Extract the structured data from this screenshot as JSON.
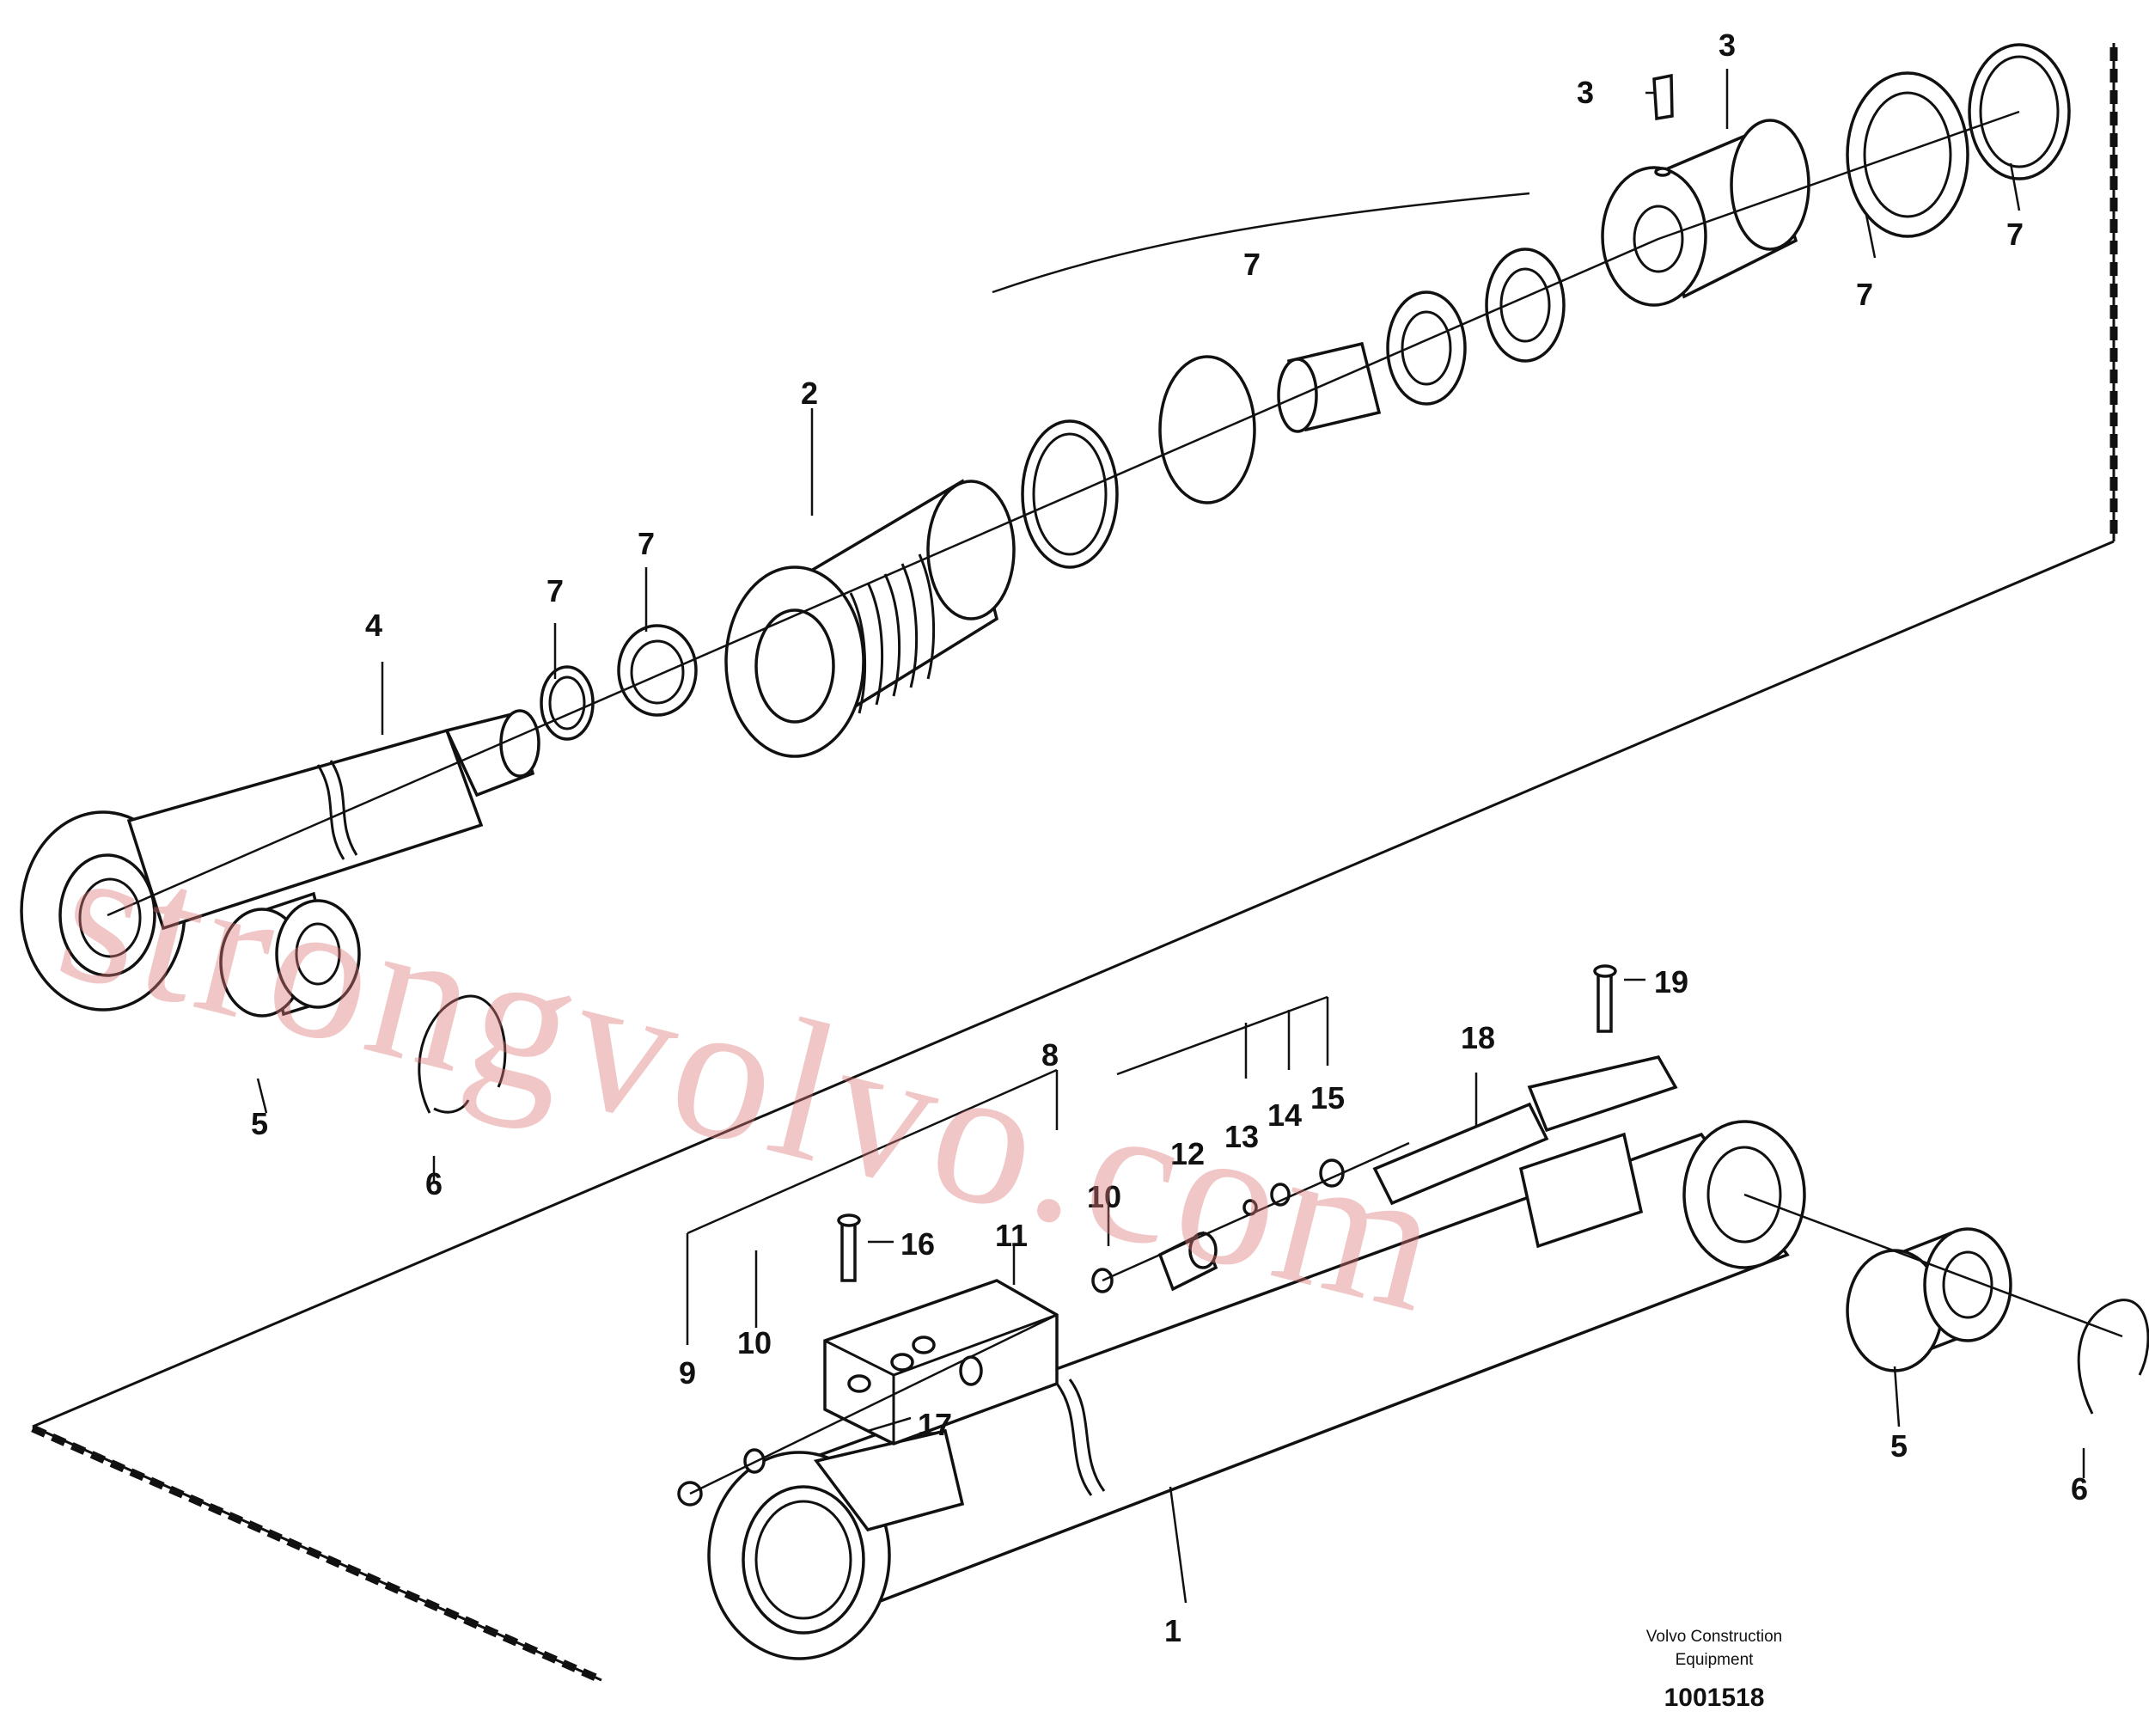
{
  "drawing_number": "1001518",
  "footer_caption_line1": "Volvo Construction",
  "footer_caption_line2": "Equipment",
  "watermark": "strongvolvo.com",
  "callouts": {
    "c1": "1",
    "c2": "2",
    "c3a": "3",
    "c3b": "3",
    "c4": "4",
    "c5a": "5",
    "c5b": "5",
    "c6a": "6",
    "c6b": "6",
    "c7a": "7",
    "c7b": "7",
    "c7c": "7",
    "c7d": "7",
    "c7e": "7",
    "c8": "8",
    "c9": "9",
    "c10a": "10",
    "c10b": "10",
    "c11": "11",
    "c12": "12",
    "c13": "13",
    "c14": "14",
    "c15": "15",
    "c16": "16",
    "c17": "17",
    "c18": "18",
    "c19": "19"
  }
}
